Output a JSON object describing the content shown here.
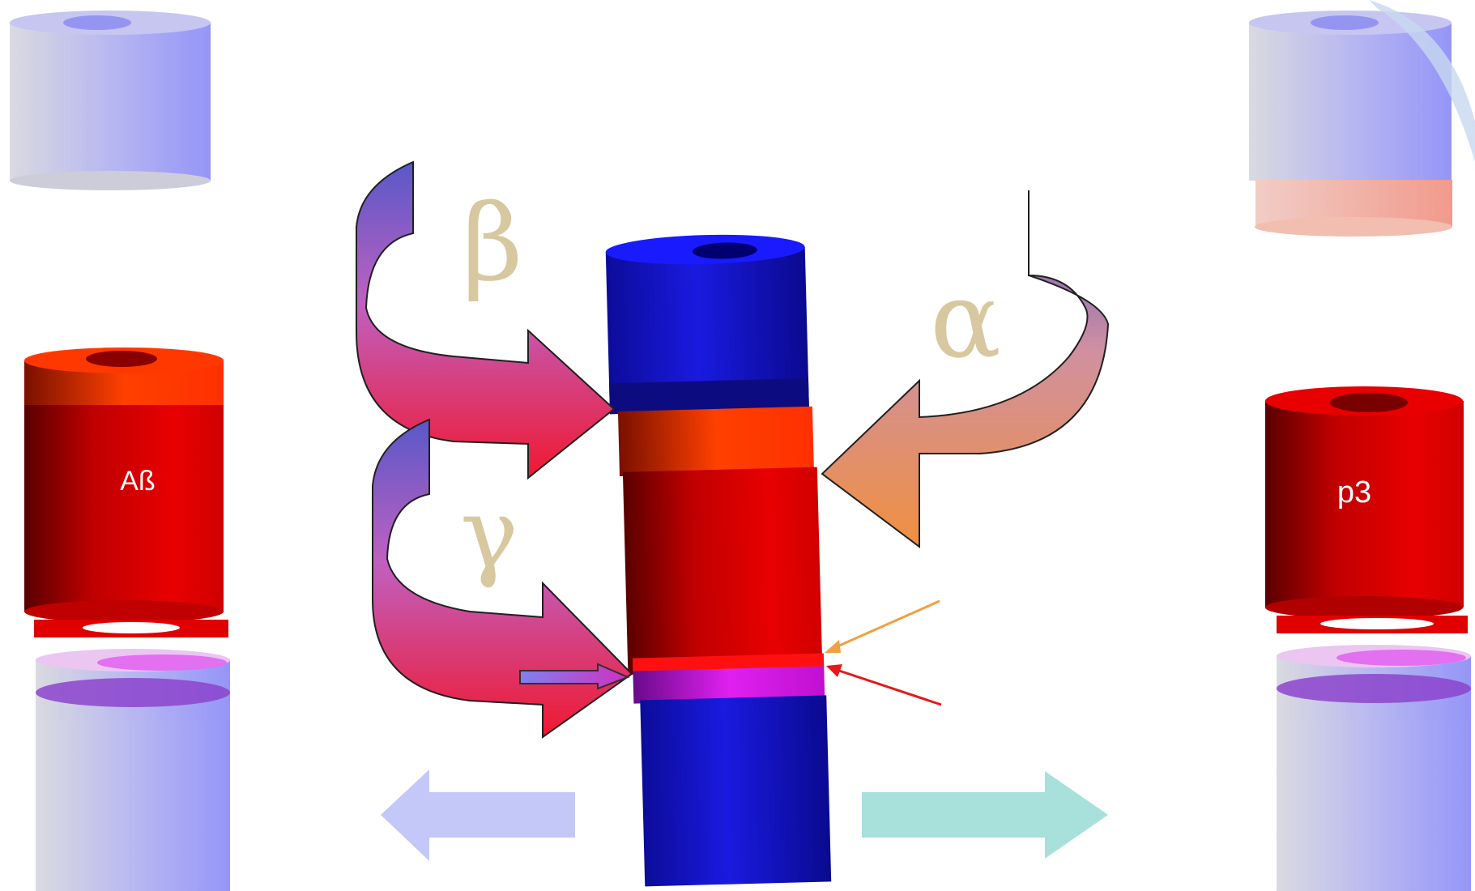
{
  "labels": {
    "abeta": "Aß",
    "p3": "p3",
    "beta": "β",
    "alpha": "α",
    "gamma": "γ"
  },
  "colors": {
    "membrane_blue": "#1414d6",
    "peptide_red": "#e00000",
    "peptide_orange": "#ff3a00",
    "transmembrane_magenta": "#d010d0",
    "faded_blue": "#8c8cf5",
    "faded_grey": "#c8c8d0",
    "greek_tan": "#d8c8a0",
    "left_arrow": "#c4c8f8",
    "right_arrow": "#a8e0dc",
    "orange_pointer": "#f0a040",
    "red_pointer": "#e81818"
  }
}
